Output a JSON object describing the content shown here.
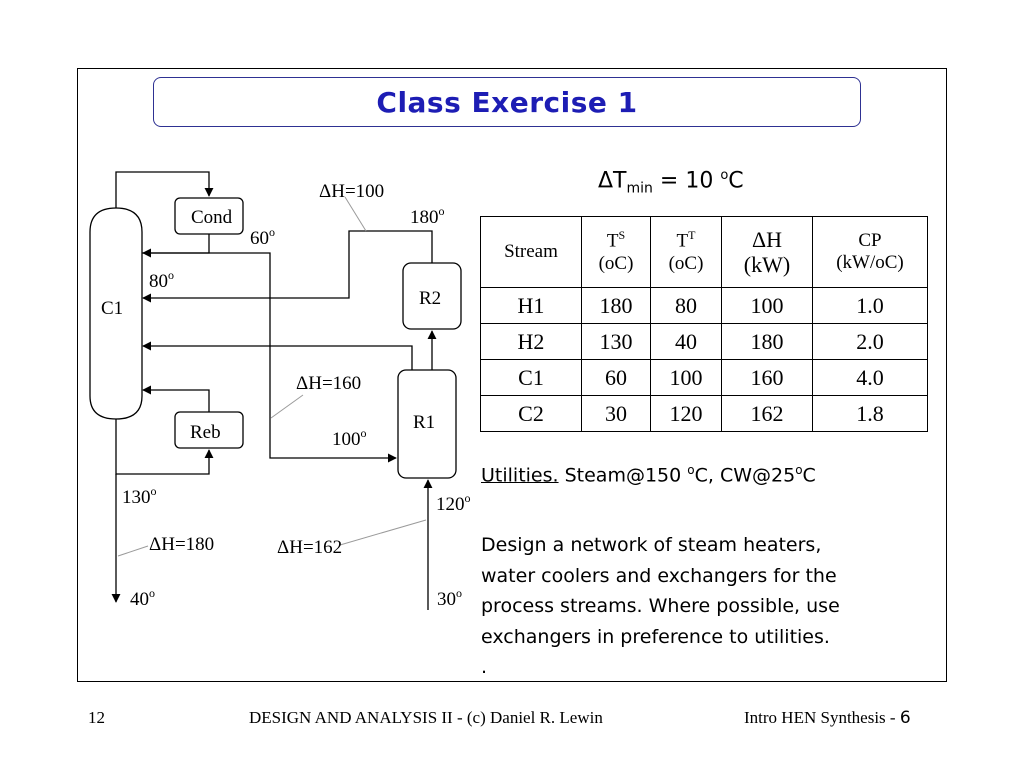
{
  "title": "Class Exercise 1",
  "dtmin": {
    "delta": "ΔT",
    "sub": "min",
    "eq": " = 10 ",
    "deg": "o",
    "unit": "C"
  },
  "flowsheet": {
    "units": {
      "cond": "Cond",
      "reb": "Reb",
      "column": "C1",
      "r1": "R1",
      "r2": "R2"
    },
    "labels": {
      "dh100": "ΔH=100",
      "t180": "180",
      "t60": "60",
      "t80": "80",
      "dh160": "ΔH=160",
      "t100": "100",
      "t130": "130",
      "t120": "120",
      "dh180": "ΔH=180",
      "dh162": "ΔH=162",
      "t40": "40",
      "t30": "30",
      "deg": "o"
    }
  },
  "table": {
    "headers": {
      "stream": "Stream",
      "ts_main": "T",
      "ts_sup": "S",
      "ts_unit": "(oC)",
      "tt_main": "T",
      "tt_sup": "T",
      "tt_unit": "(oC)",
      "dh_main": "ΔH",
      "dh_unit": "(kW)",
      "cp_main": "CP",
      "cp_unit": "(kW/oC)"
    },
    "rows": [
      {
        "stream": "H1",
        "ts": "180",
        "tt": "80",
        "dh": "100",
        "cp": "1.0"
      },
      {
        "stream": "H2",
        "ts": "130",
        "tt": "40",
        "dh": "180",
        "cp": "2.0"
      },
      {
        "stream": "C1",
        "ts": "60",
        "tt": "100",
        "dh": "160",
        "cp": "4.0"
      },
      {
        "stream": "C2",
        "ts": "30",
        "tt": "120",
        "dh": "162",
        "cp": "1.8"
      }
    ]
  },
  "utilities": {
    "label": "Utilities.",
    "text_a": " Steam@150 ",
    "deg": "o",
    "text_b": "C, CW@25",
    "text_c": "C"
  },
  "task": {
    "lines": [
      "Design a network of steam heaters,",
      "water coolers and exchangers for the",
      "process streams. Where possible, use",
      "exchangers in preference to utilities.",
      "."
    ]
  },
  "footer": {
    "page": "12",
    "course": "DESIGN AND ANALYSIS II - (c) Daniel R. Lewin",
    "topic": "Intro HEN Synthesis - ",
    "slide": "6"
  }
}
